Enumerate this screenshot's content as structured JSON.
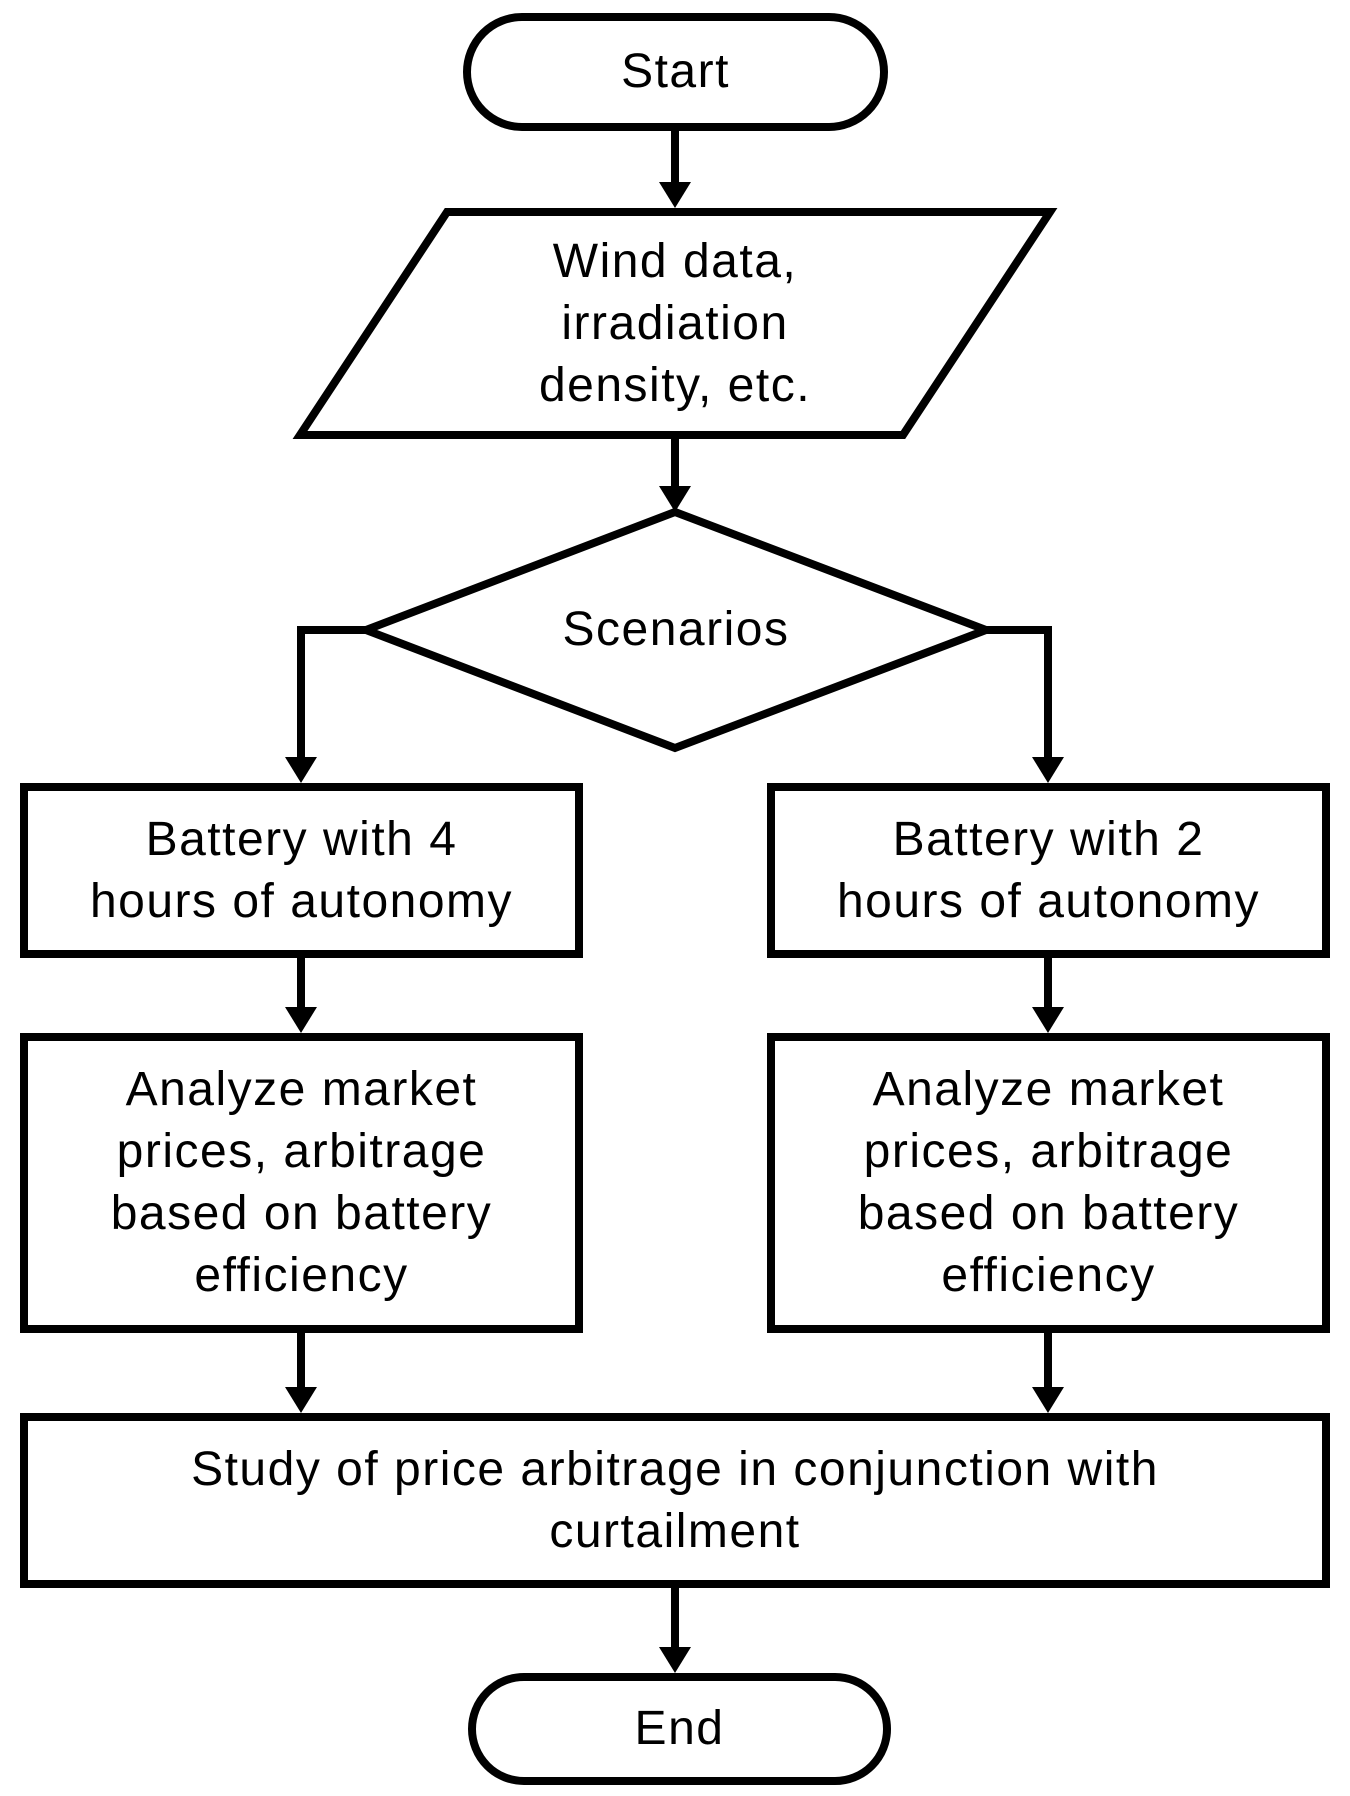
{
  "nodes": {
    "start": {
      "shape": "terminator",
      "label": "Start"
    },
    "input": {
      "shape": "parallelogram",
      "label": "Wind data,\nirradiation\ndensity, etc."
    },
    "scenarios": {
      "shape": "decision",
      "label": "Scenarios"
    },
    "battery4": {
      "shape": "process",
      "label": "Battery with 4\nhours of autonomy"
    },
    "battery2": {
      "shape": "process",
      "label": "Battery with 2\nhours of autonomy"
    },
    "analyze4": {
      "shape": "process",
      "label": "Analyze market\nprices, arbitrage\nbased on battery\nefficiency"
    },
    "analyze2": {
      "shape": "process",
      "label": "Analyze market\nprices, arbitrage\nbased on battery\nefficiency"
    },
    "study": {
      "shape": "process",
      "label": "Study of price arbitrage in conjunction with\ncurtailment"
    },
    "end": {
      "shape": "terminator",
      "label": "End"
    }
  },
  "edges": [
    {
      "from": "start",
      "to": "input"
    },
    {
      "from": "input",
      "to": "scenarios"
    },
    {
      "from": "scenarios",
      "to": "battery4"
    },
    {
      "from": "scenarios",
      "to": "battery2"
    },
    {
      "from": "battery4",
      "to": "analyze4"
    },
    {
      "from": "battery2",
      "to": "analyze2"
    },
    {
      "from": "analyze4",
      "to": "study"
    },
    {
      "from": "analyze2",
      "to": "study"
    },
    {
      "from": "study",
      "to": "end"
    }
  ],
  "colors": {
    "stroke": "#000000",
    "fill": "#ffffff",
    "text": "#000000"
  }
}
